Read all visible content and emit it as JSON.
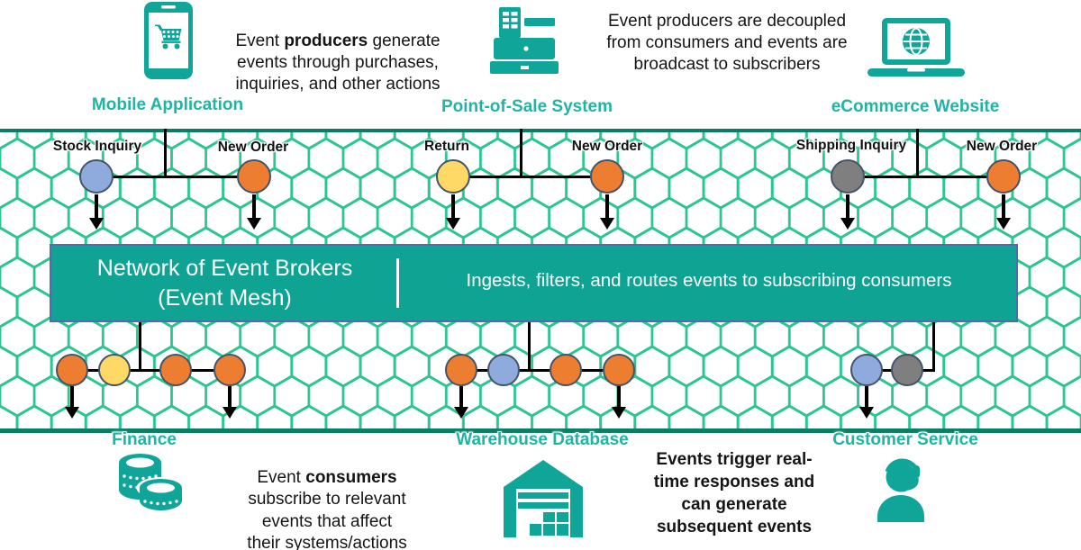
{
  "colors": {
    "icon_teal": "#0FA598",
    "label_teal": "#1FB4A4",
    "banner_teal": "#0EA392",
    "mesh_line": "#2BC493",
    "mesh_border": "#0A7D63",
    "connector_black": "#000000",
    "circle_border": "#44546A",
    "event_orange": "#ED7D31",
    "event_blue": "#8FAADC",
    "event_yellow": "#FFD966",
    "event_gray": "#7F7F7F"
  },
  "producers": {
    "mobile_label": "Mobile Application",
    "pos_label": "Point-of-Sale System",
    "ecommerce_label": "eCommerce Website",
    "note_left_prefix": "Event ",
    "note_left_bold": "producers",
    "note_left_suffix": " generate\nevents through purchases,\ninquiries, and other actions",
    "note_right": "Event producers are decoupled\nfrom consumers and events are\nbroadcast to subscribers"
  },
  "producer_flows": {
    "mobile": {
      "e1_label": "Stock Inquiry",
      "e1_color": "#8FAADC",
      "e2_label": "New Order",
      "e2_color": "#ED7D31"
    },
    "pos": {
      "e1_label": "Return",
      "e1_color": "#FFD966",
      "e2_label": "New Order",
      "e2_color": "#ED7D31"
    },
    "ecommerce": {
      "e1_label": "Shipping Inquiry",
      "e1_color": "#7F7F7F",
      "e2_label": "New Order",
      "e2_color": "#ED7D31"
    }
  },
  "broker": {
    "title": "Network of Event Brokers",
    "subtitle": "(Event Mesh)",
    "description": "Ingests, filters, and routes events to subscribing consumers"
  },
  "consumer_flows": {
    "finance": {
      "c1": "#ED7D31",
      "c2": "#FFD966",
      "c3": "#ED7D31",
      "c4": "#ED7D31"
    },
    "warehouse": {
      "c1": "#ED7D31",
      "c2": "#8FAADC",
      "c3": "#ED7D31",
      "c4": "#ED7D31"
    },
    "service": {
      "c1": "#8FAADC",
      "c2": "#7F7F7F"
    }
  },
  "consumers": {
    "finance_label": "Finance",
    "warehouse_label": "Warehouse Database",
    "service_label": "Customer Service",
    "note_left_prefix": "Event ",
    "note_left_bold": "consumers",
    "note_left_suffix": "\nsubscribe to relevant\nevents that affect\ntheir systems/actions",
    "note_right": "Events trigger real-\ntime responses and\ncan generate\nsubsequent events"
  }
}
